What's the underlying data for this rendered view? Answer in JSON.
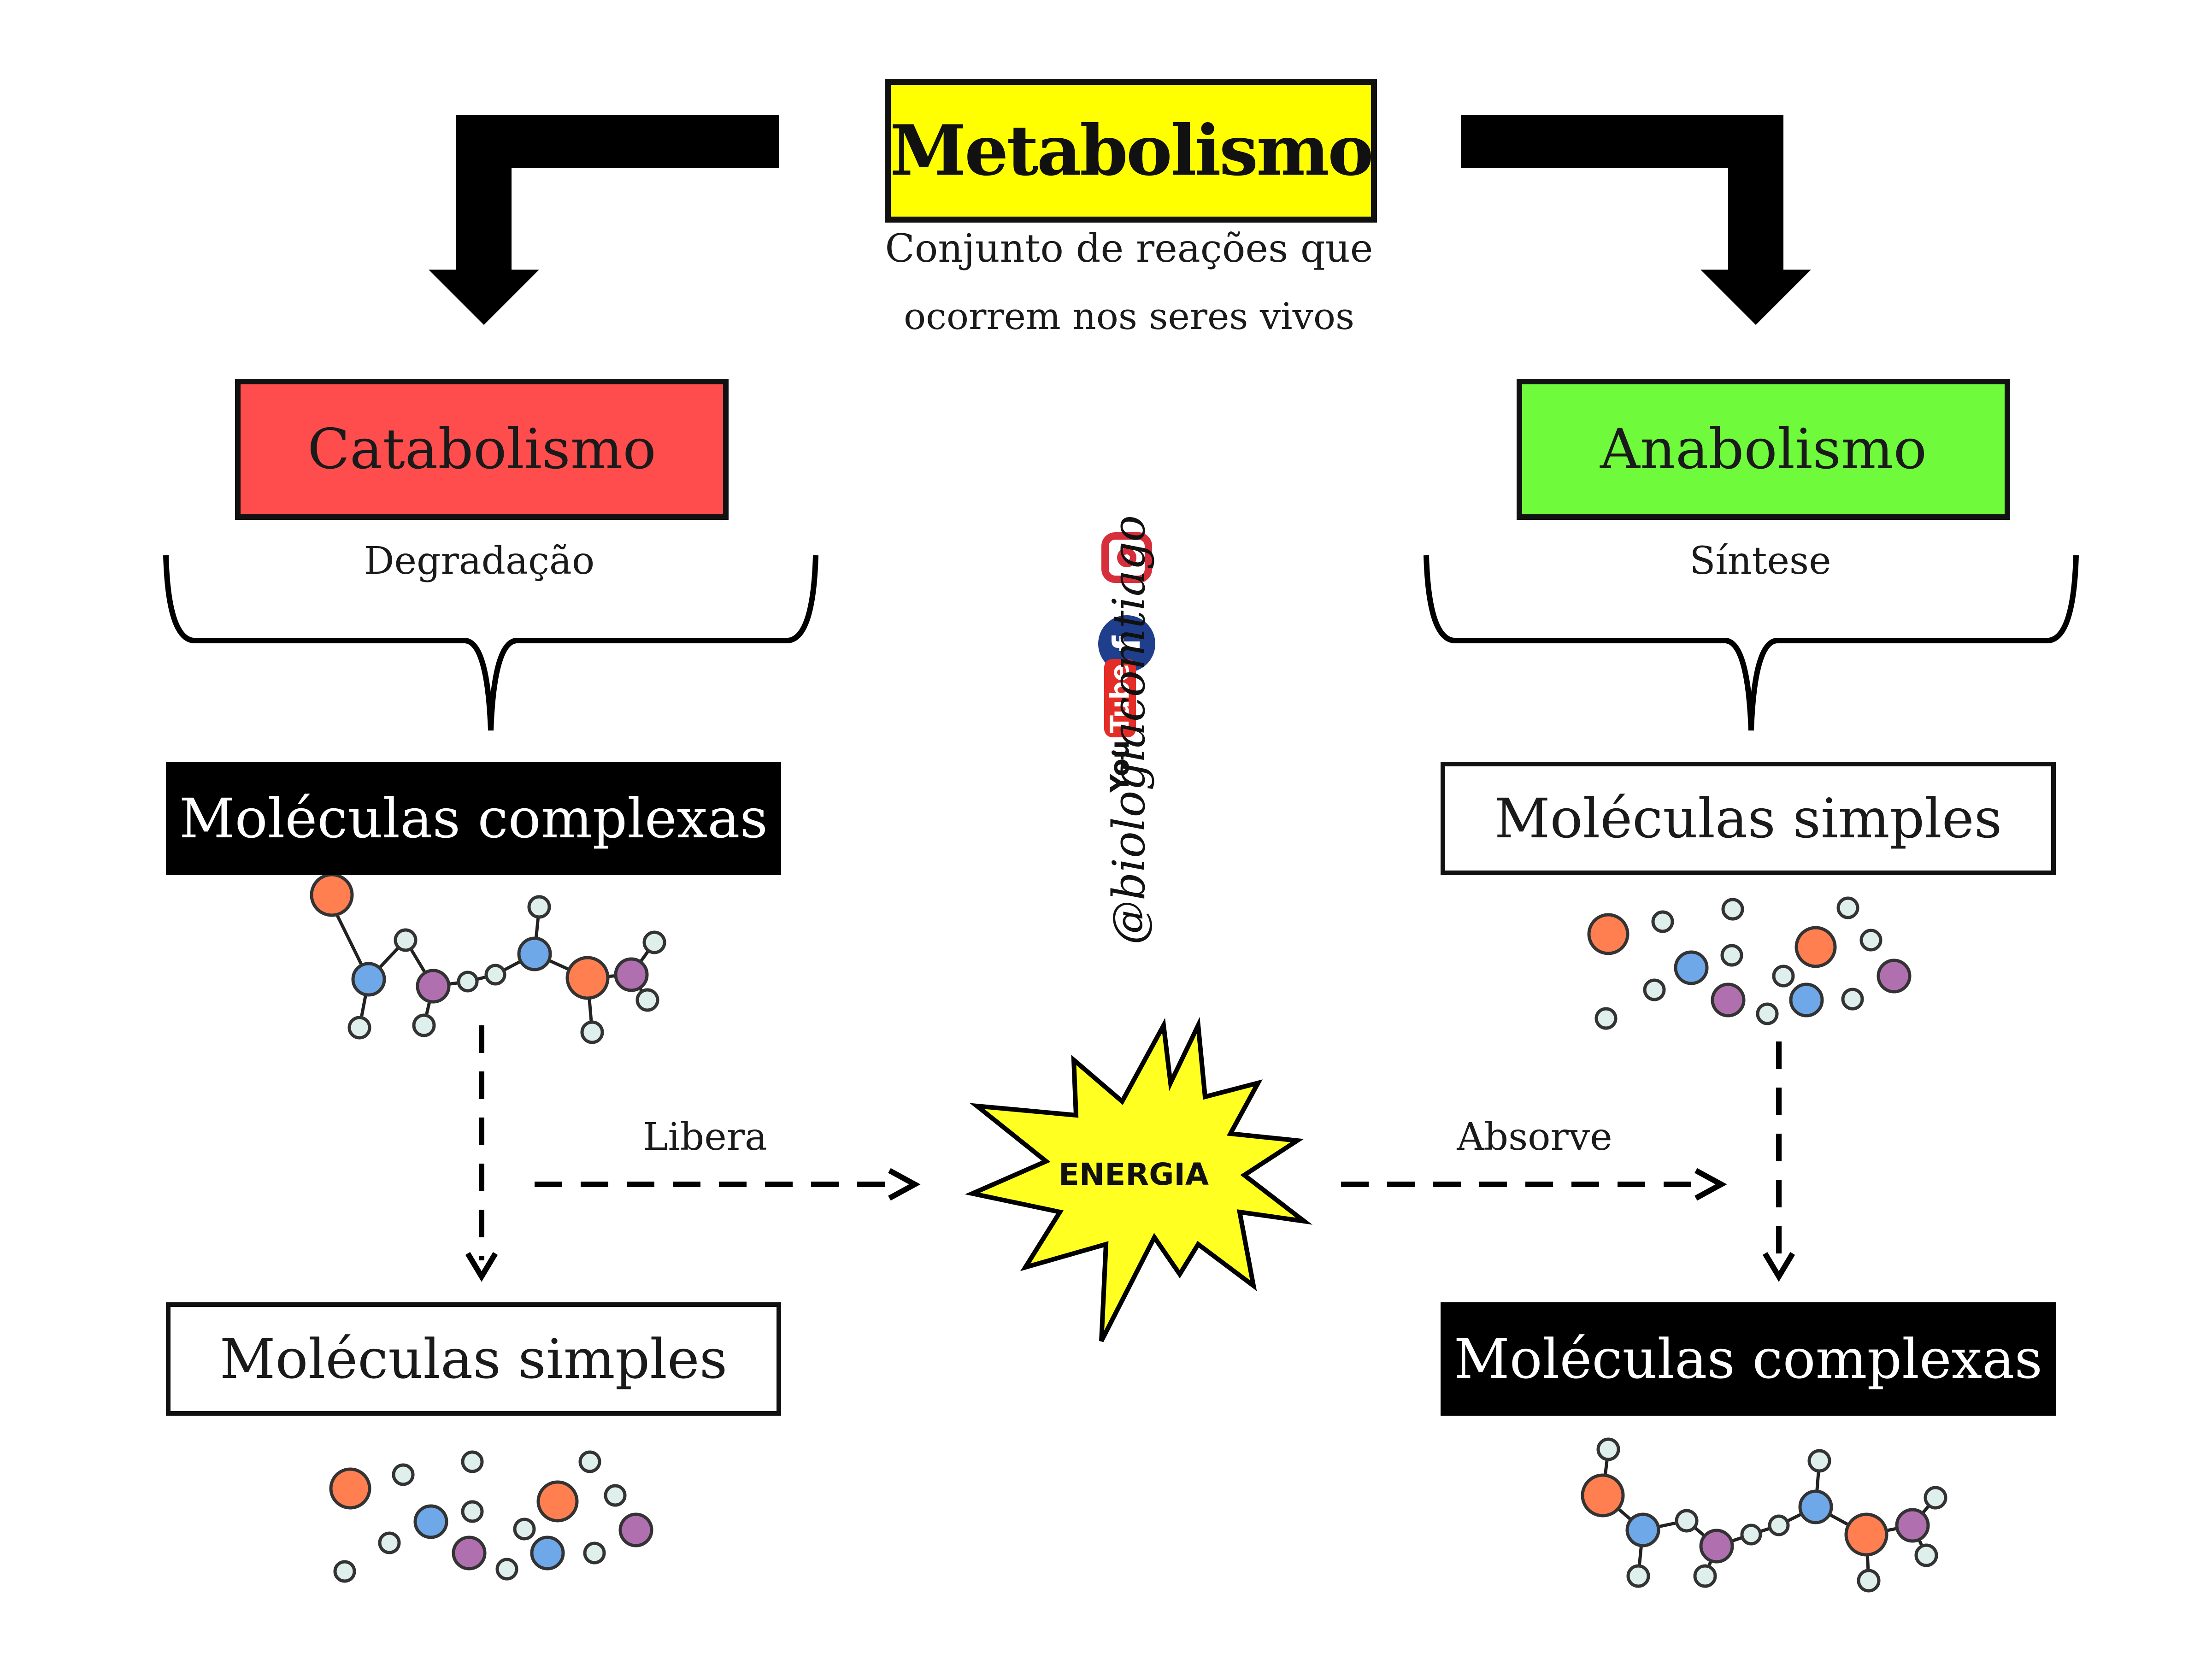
{
  "title": "Metabolismo",
  "subtitle": {
    "line1": "Conjunto de reações que",
    "line2": "ocorrem nos seres vivos"
  },
  "catabolismo": {
    "label": "Catabolismo",
    "description": "Degradação",
    "top_box": "Moléculas complexas",
    "bottom_box": "Moléculas simples",
    "arrow_label": "Libera"
  },
  "anabolismo": {
    "label": "Anabolismo",
    "description": "Síntese",
    "top_box": "Moléculas simples",
    "bottom_box": "Moléculas complexas",
    "arrow_label": "Absorve"
  },
  "energia": "ENERGIA",
  "social": {
    "handle": "@biologiacomtiago",
    "youtube_you": "You",
    "youtube_tube": "Tube",
    "facebook_letter": "f"
  },
  "colors": {
    "title_bg": "#ffff00",
    "catabolismo_bg": "#ff4d4d",
    "anabolismo_bg": "#6ffa3c",
    "energia_fill": "#ffff22",
    "atom_orange": "#ff7f50",
    "atom_blue": "#6fa8e8",
    "atom_purple": "#b070b0",
    "atom_small": "#dff0ec"
  }
}
